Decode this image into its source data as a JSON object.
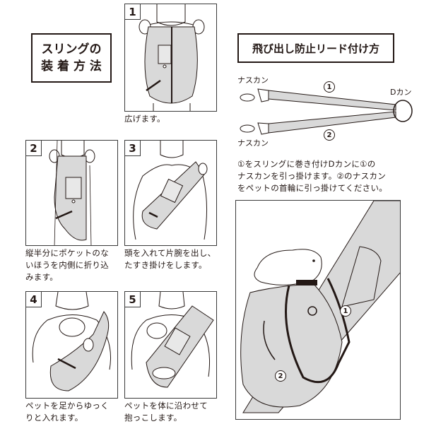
{
  "left_section": {
    "title_line1": "スリングの",
    "title_line2": "装 着 方 法",
    "steps": [
      {
        "number": "1",
        "caption": "広げます。"
      },
      {
        "number": "2",
        "caption_lines": [
          "縦半分にポケットのな",
          "いほうを内側に折り込",
          "みます。"
        ]
      },
      {
        "number": "3",
        "caption_lines": [
          "頭を入れて片腕を出し、",
          "たすき掛けをします。"
        ]
      },
      {
        "number": "4",
        "caption_lines": [
          "ペットを足からゆっく",
          "りと入れます。"
        ]
      },
      {
        "number": "5",
        "caption_lines": [
          "ペットを体に沿わせて",
          "抱っこします。"
        ]
      }
    ]
  },
  "right_section": {
    "title": "飛び出し防止リード付け方",
    "diagram": {
      "label_snap_hook_top": "ナスカン",
      "label_snap_hook_bottom": "ナスカン",
      "label_d_ring": "Dカン",
      "marker_1": "1",
      "marker_2": "2"
    },
    "instructions": [
      "①をスリングに巻き付けDカンに①の",
      "ナスカンを引っ掛けます。②のナスカン",
      "をペットの首輪に引っ掛けてください。"
    ],
    "illustration": {
      "marker_1": "1",
      "marker_2": "2"
    }
  },
  "colors": {
    "fabric_gray": "#d9d9d9",
    "line": "#231815",
    "frame": "#3a3a3a"
  }
}
